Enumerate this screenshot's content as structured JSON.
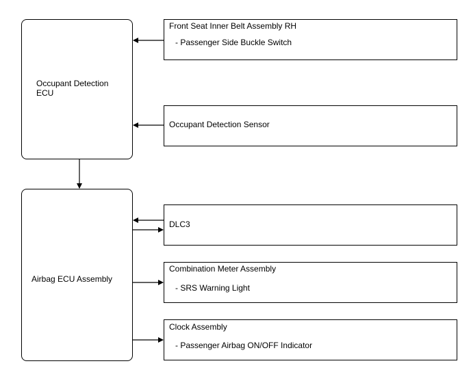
{
  "ecus": {
    "occupant": {
      "line1": "Occupant Detection",
      "line2": "ECU"
    },
    "airbag": {
      "label": "Airbag ECU Assembly"
    }
  },
  "components": {
    "belt": {
      "title": "Front Seat Inner Belt Assembly RH",
      "sub": "- Passenger Side Buckle Switch"
    },
    "sensor": {
      "title": "Occupant Detection Sensor"
    },
    "dlc3": {
      "title": "DLC3"
    },
    "meter": {
      "title": "Combination Meter Assembly",
      "sub": "- SRS Warning Light"
    },
    "clock": {
      "title": "Clock Assembly",
      "sub": "- Passenger Airbag ON/OFF Indicator"
    }
  }
}
